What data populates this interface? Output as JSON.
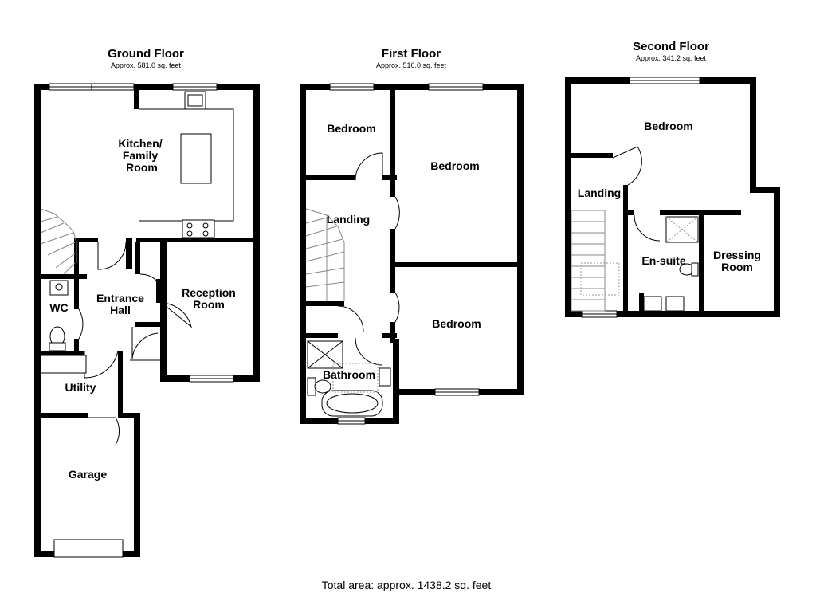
{
  "floors": {
    "ground": {
      "title": "Ground Floor",
      "area": "Approx. 581.0 sq. feet"
    },
    "first": {
      "title": "First Floor",
      "area": "Approx. 516.0 sq. feet"
    },
    "second": {
      "title": "Second Floor",
      "area": "Approx. 341.2 sq. feet"
    }
  },
  "rooms": {
    "kitchen_l1": "Kitchen/",
    "kitchen_l2": "Family",
    "kitchen_l3": "Room",
    "entrance_l1": "Entrance",
    "entrance_l2": "Hall",
    "reception_l1": "Reception",
    "reception_l2": "Room",
    "wc": "WC",
    "utility": "Utility",
    "garage": "Garage",
    "ff_bedroom_1": "Bedroom",
    "ff_bedroom_2": "Bedroom",
    "ff_bedroom_3": "Bedroom",
    "ff_landing": "Landing",
    "ff_bathroom": "Bathroom",
    "sf_bedroom": "Bedroom",
    "sf_landing": "Landing",
    "sf_ensuite": "En-suite",
    "sf_dressing_l1": "Dressing",
    "sf_dressing_l2": "Room"
  },
  "total_area": "Total area: approx. 1438.2 sq. feet"
}
